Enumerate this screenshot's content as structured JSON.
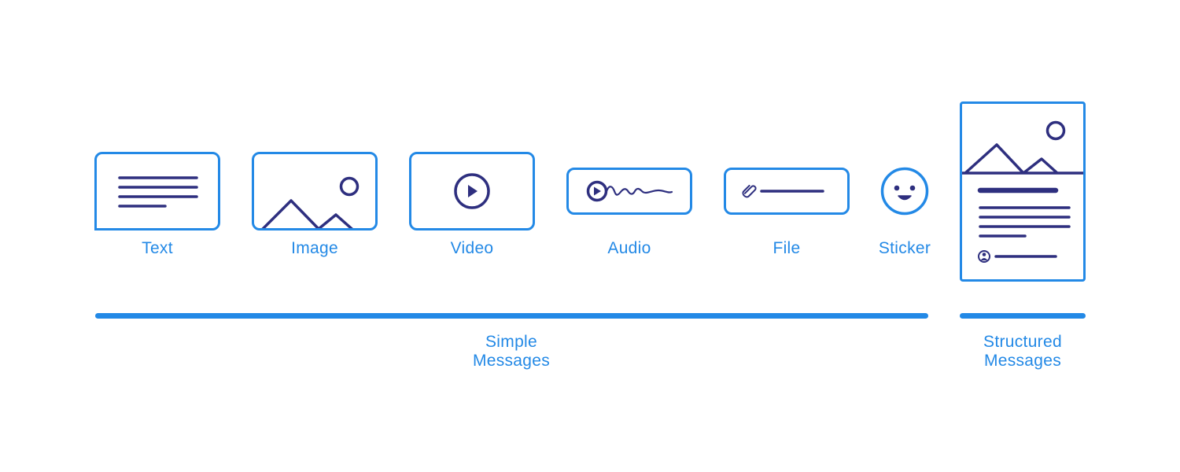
{
  "colors": {
    "accent": "#2389E6",
    "ink": "#2E2F7F"
  },
  "items": [
    {
      "label": "Text",
      "icon": "text-lines-icon"
    },
    {
      "label": "Image",
      "icon": "image-landscape-icon"
    },
    {
      "label": "Video",
      "icon": "play-icon"
    },
    {
      "label": "Audio",
      "icon": "audio-wave-icon"
    },
    {
      "label": "File",
      "icon": "paperclip-icon"
    },
    {
      "label": "Sticker",
      "icon": "smiley-icon"
    }
  ],
  "structured_card": {
    "icon": "rich-card-icon"
  },
  "groups": {
    "simple": {
      "line1": "Simple",
      "line2": "Messages"
    },
    "structured": {
      "line1": "Structured",
      "line2": "Messages"
    }
  }
}
